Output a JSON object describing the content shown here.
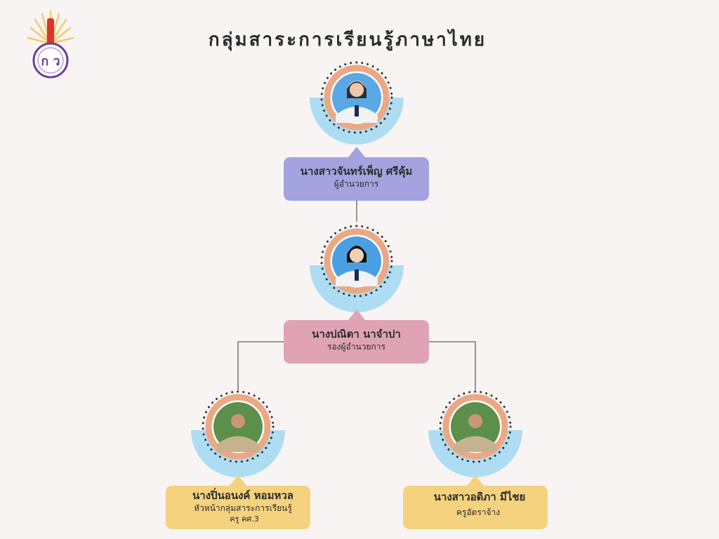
{
  "header": {
    "title": "กลุ่มสาระการเรียนรู้ภาษาไทย",
    "logo_text": "ก ว"
  },
  "people": [
    {
      "id": "director",
      "name": "นางสาวจันทร์เพ็ญ ศรีคุ้ม",
      "role": "ผู้อำนวยการ",
      "extra": ""
    },
    {
      "id": "deputy",
      "name": "นางปณิตา นาจำปา",
      "role": "รองผู้อำนวยการ",
      "extra": ""
    },
    {
      "id": "head",
      "name": "นางปิ่นอนงค์ หอมหวล",
      "role": "หัวหน้ากลุ่มสาระการเรียนรู้",
      "extra": "ครู คศ.3"
    },
    {
      "id": "teacher",
      "name": "นางสาวอดิภา มีไชย",
      "role": "ครูอัตราจ้าง",
      "extra": ""
    }
  ],
  "colors": {
    "background": "#f8f4f4",
    "director_box": "#a3a3e0",
    "deputy_box": "#e0a3b6",
    "staff_box": "#f5d27e",
    "photo_ring": "#eba884",
    "photo_arc": "#aedcf3",
    "connector": "#333333"
  }
}
